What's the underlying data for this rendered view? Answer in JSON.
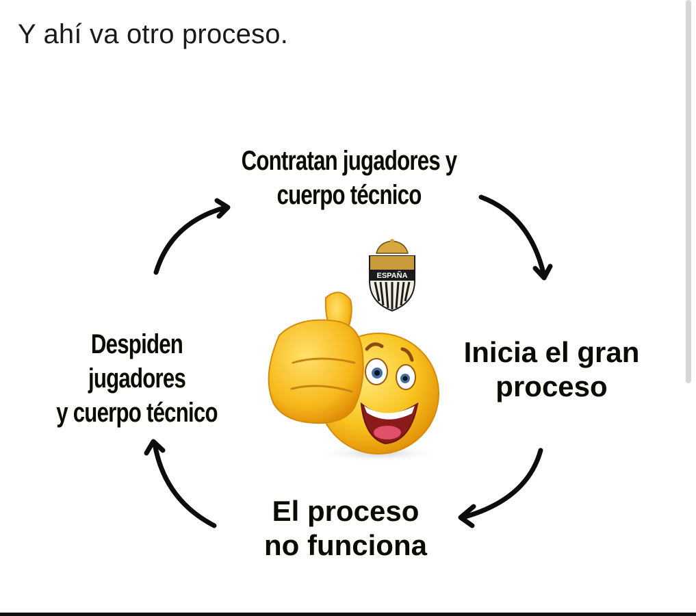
{
  "post": {
    "caption": "Y ahí va otro proceso."
  },
  "meme": {
    "cycle_nodes": [
      {
        "position": "top",
        "lines": [
          "Contratan jugadores y",
          "cuerpo técnico"
        ]
      },
      {
        "position": "right",
        "lines": [
          "Inicia el gran",
          "proceso"
        ]
      },
      {
        "position": "bottom",
        "lines": [
          "El proceso",
          "no funciona"
        ]
      },
      {
        "position": "left",
        "lines": [
          "Despiden jugadores",
          "y cuerpo técnico"
        ]
      }
    ],
    "arrows": [
      "top-left-to-top",
      "top-right-to-right",
      "right-to-bottom",
      "bottom-to-left"
    ],
    "crest": {
      "text": "ESPAÑA",
      "colors": {
        "gold": "#c9a13a",
        "black": "#1b1b1b"
      }
    },
    "emoji": {
      "name": "thumbs-up-smiley",
      "color": "#f6c21c"
    }
  },
  "colors": {
    "text": "#0a0a0a",
    "background": "#ffffff",
    "scrollbar": "#d6d6d6"
  }
}
